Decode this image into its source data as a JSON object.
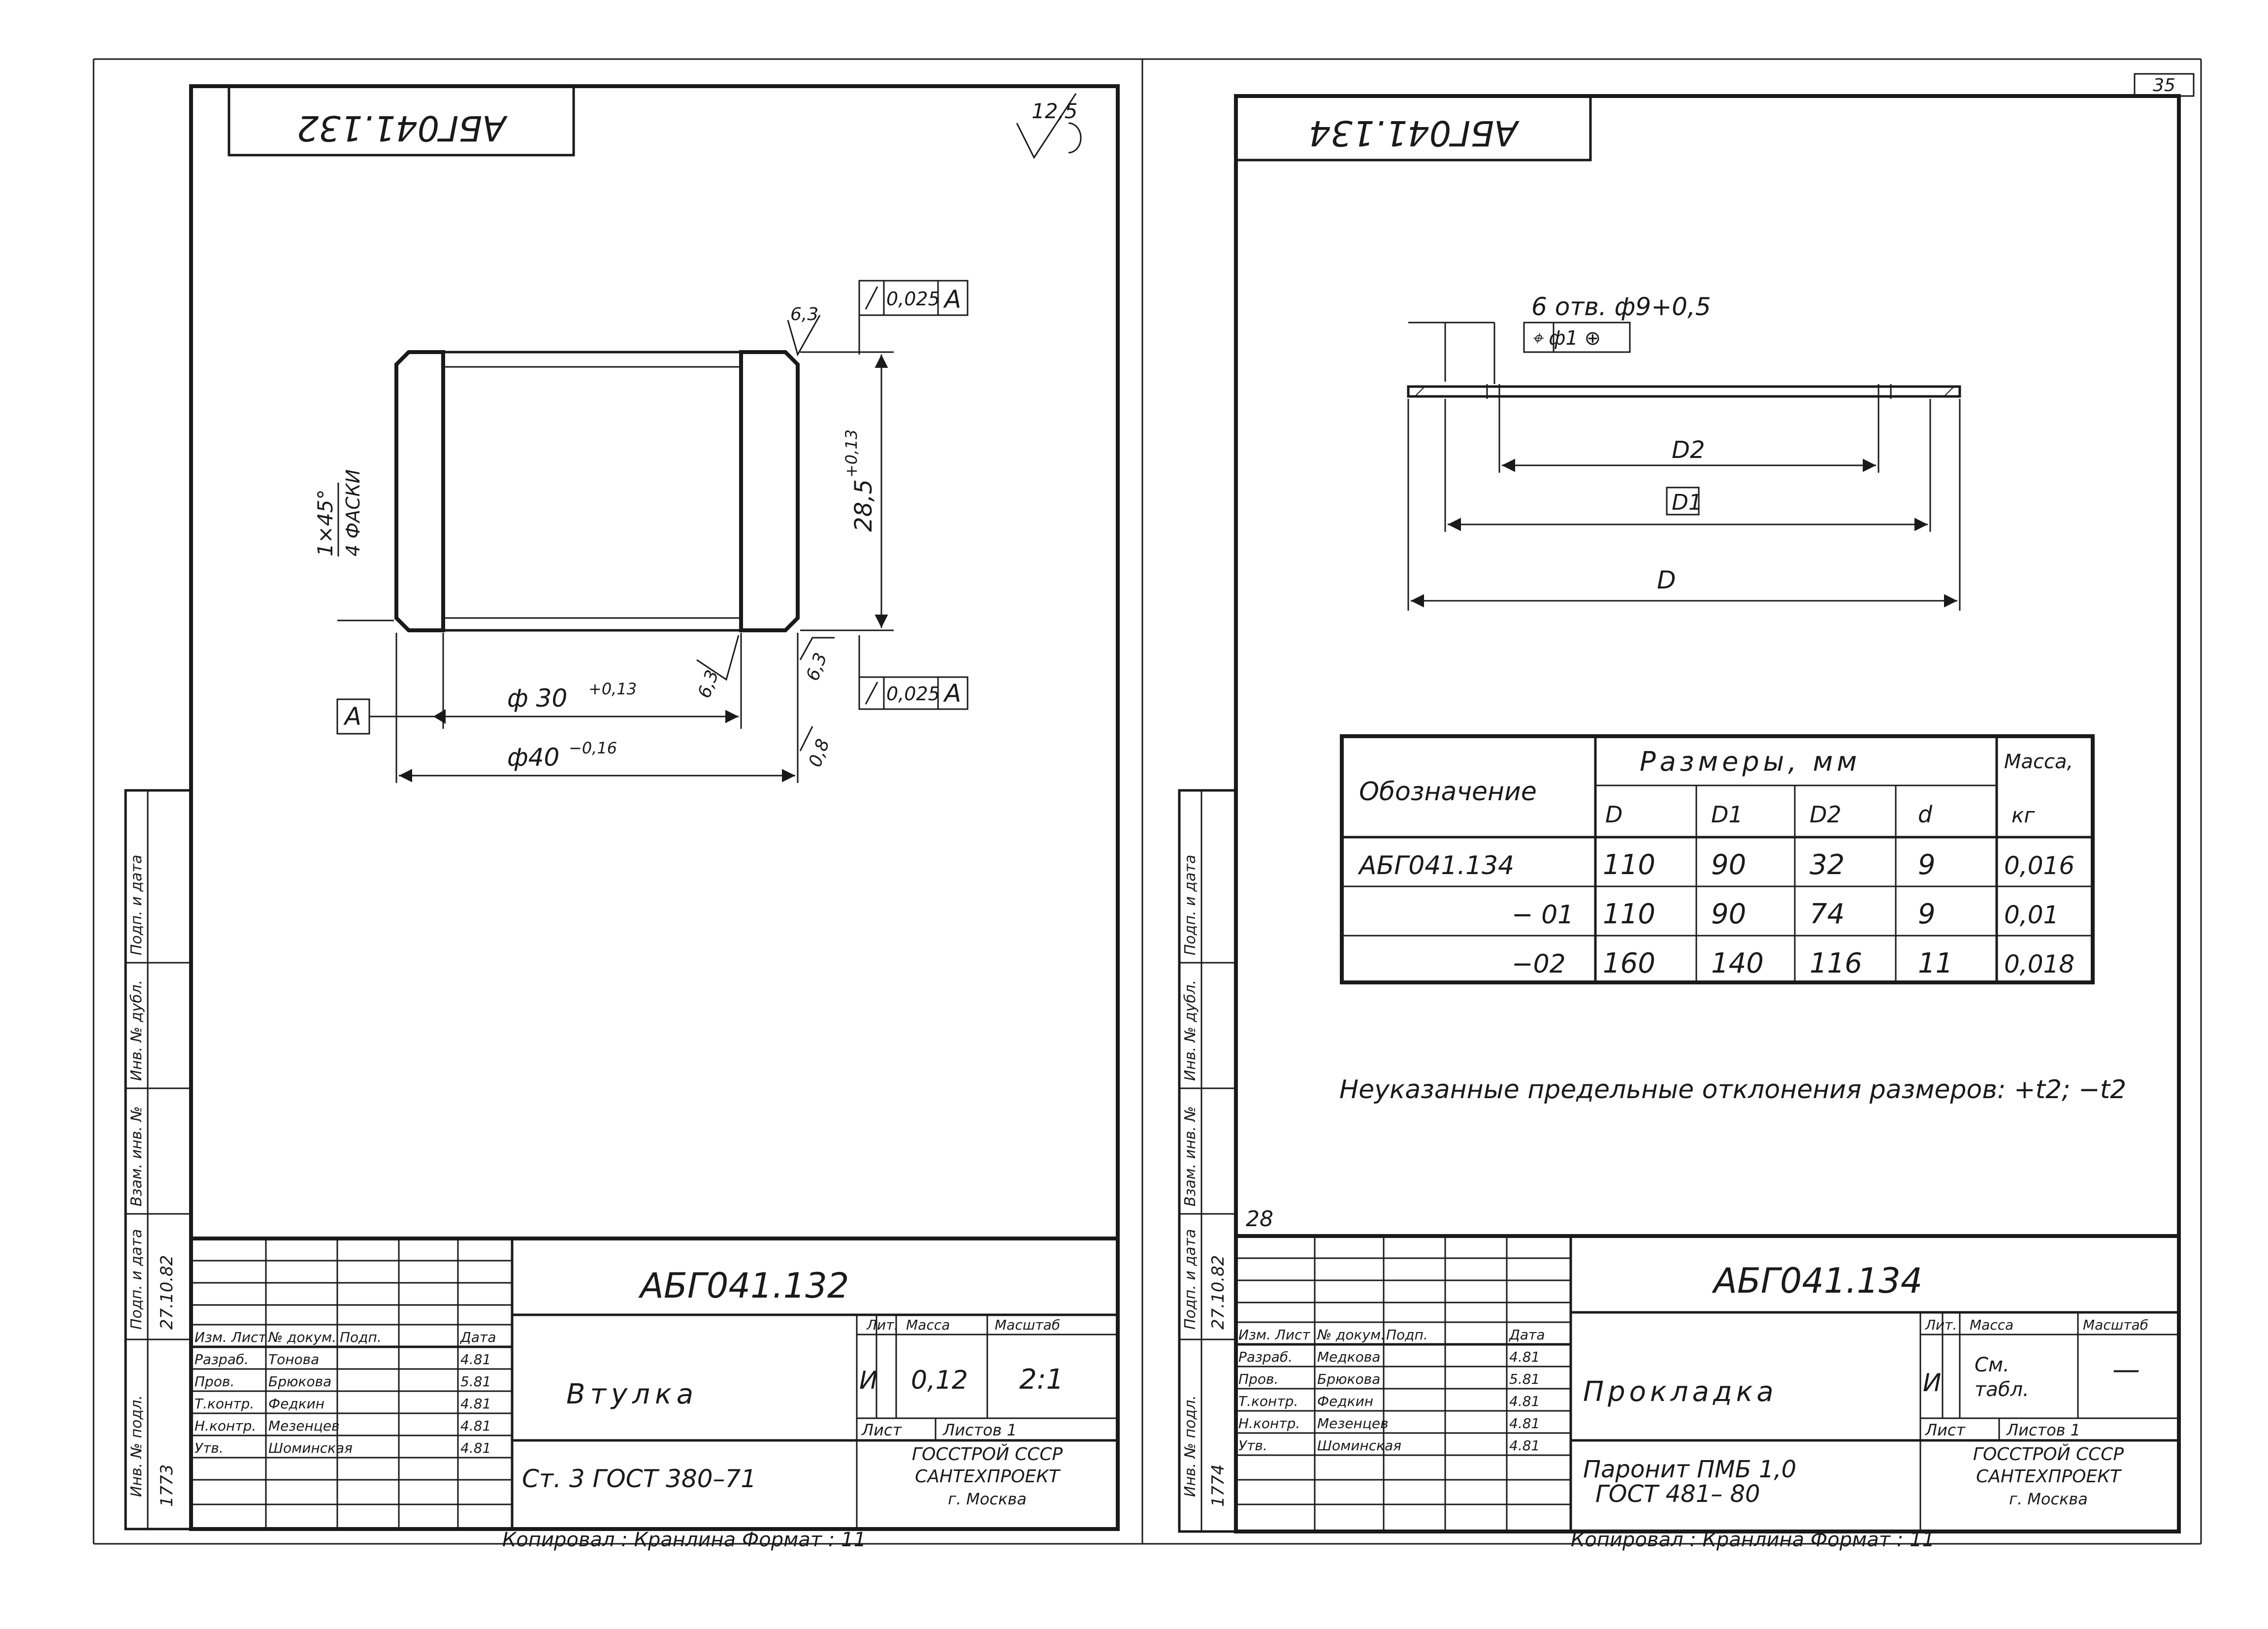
{
  "sheet_number": "35",
  "left_sheet": {
    "stamp_code": "АБГ041.132",
    "roughness_general": "12,5",
    "tol_top_value": "0,025",
    "tol_top_datum": "А",
    "tol_bottom_value": "0,025",
    "tol_bottom_datum": "А",
    "datum_label": "А",
    "rough_top_right": "6,3",
    "height_dim": "28,5",
    "height_tol": "+0,13",
    "chamfer_line1": "1×45°",
    "chamfer_line2": "4 ФАСКИ",
    "bore_dim": "ф 30",
    "bore_tol": "+0,13",
    "bore_rough": "6,3",
    "outer_dim": "ф40",
    "outer_tol": "−0,16",
    "rough_right_1": "6,3",
    "rough_right_2": "0,8",
    "title_designation": "АБГ041.132",
    "title_name": "Втулка",
    "material": "Ст. 3 ГОСТ 380–71",
    "hdr_lit": "Лит.",
    "hdr_mass": "Масса",
    "hdr_scale": "Масштаб",
    "lit_value": "И",
    "mass_value": "0,12",
    "scale_value": "2:1",
    "sheet_label": "Лист",
    "sheets_label": "Листов 1",
    "org_line1": "ГОССТРОЙ СССР",
    "org_line2": "САНТЕХПРОЕКТ",
    "org_line3": "г. Москва",
    "sig_rows": [
      {
        "role": "Изм. Лист",
        "name": "№ докум.",
        "sign": "Подп.",
        "date": "Дата"
      },
      {
        "role": "Разраб.",
        "name": "Тонова",
        "sign": "",
        "date": "4.81"
      },
      {
        "role": "Пров.",
        "name": "Брюкова",
        "sign": "",
        "date": "5.81"
      },
      {
        "role": "Т.контр.",
        "name": "Федкин",
        "sign": "",
        "date": "4.81"
      },
      {
        "role": "Н.контр.",
        "name": "Мезенцев",
        "sign": "",
        "date": "4.81"
      },
      {
        "role": "Утв.",
        "name": "Шоминская",
        "sign": "",
        "date": "4.81"
      }
    ],
    "side_stamp": [
      "Инв. № подл.",
      "Подп. и дата",
      "Взам. инв. №",
      "Инв. № дубл.",
      "Подп. и дата"
    ],
    "side_inv": "1773",
    "side_date": "27.10.82",
    "footer": "Копировал : Кранлина   Формат : 11"
  },
  "right_sheet": {
    "stamp_code": "АБГ041.134",
    "holes_label": "6 отв. ф9+0,5",
    "pos_tol": "⌖ ф1 ⊕",
    "dim_d2": "D2",
    "dim_d1": "D1",
    "dim_d": "D",
    "table": {
      "header_designation": "Обозначение",
      "header_sizes": "Размеры, мм",
      "header_mass": "Масса,",
      "header_mass_unit": "кг",
      "sub_headers": [
        "D",
        "D1",
        "D2",
        "d"
      ],
      "rows": [
        {
          "designation": "АБГ041.134",
          "D": "110",
          "D1": "90",
          "D2": "32",
          "d": "9",
          "mass": "0,016"
        },
        {
          "designation": "− 01",
          "D": "110",
          "D1": "90",
          "D2": "74",
          "d": "9",
          "mass": "0,01"
        },
        {
          "designation": "−02",
          "D": "160",
          "D1": "140",
          "D2": "116",
          "d": "11",
          "mass": "0,018"
        }
      ]
    },
    "note": "Неуказанные предельные отклонения размеров: +t2; −t2",
    "corner_mark": "28",
    "title_designation": "АБГ041.134",
    "title_name": "Прокладка",
    "material_line1": "Паронит ПМБ 1,0",
    "material_line2": "ГОСТ 481– 80",
    "hdr_lit": "Лит.",
    "hdr_mass": "Масса",
    "hdr_scale": "Масштаб",
    "lit_value": "И",
    "mass_value_line1": "См.",
    "mass_value_line2": "табл.",
    "scale_value": "—",
    "sheet_label": "Лист",
    "sheets_label": "Листов 1",
    "org_line1": "ГОССТРОЙ СССР",
    "org_line2": "САНТЕХПРОЕКТ",
    "org_line3": "г. Москва",
    "sig_rows": [
      {
        "role": "Изм. Лист",
        "name": "№ докум.",
        "sign": "Подп.",
        "date": "Дата"
      },
      {
        "role": "Разраб.",
        "name": "Медкова",
        "sign": "",
        "date": "4.81"
      },
      {
        "role": "Пров.",
        "name": "Брюкова",
        "sign": "",
        "date": "5.81"
      },
      {
        "role": "Т.контр.",
        "name": "Федкин",
        "sign": "",
        "date": "4.81"
      },
      {
        "role": "Н.контр.",
        "name": "Мезенцев",
        "sign": "",
        "date": "4.81"
      },
      {
        "role": "Утв.",
        "name": "Шоминская",
        "sign": "",
        "date": "4.81"
      }
    ],
    "side_stamp": [
      "Инв. № подл.",
      "Подп. и дата",
      "Взам. инв. №",
      "Инв. № дубл.",
      "Подп. и дата"
    ],
    "side_inv": "1774",
    "side_date": "27.10.82",
    "footer": "Копировал : Кранлина   Формат : 11"
  }
}
